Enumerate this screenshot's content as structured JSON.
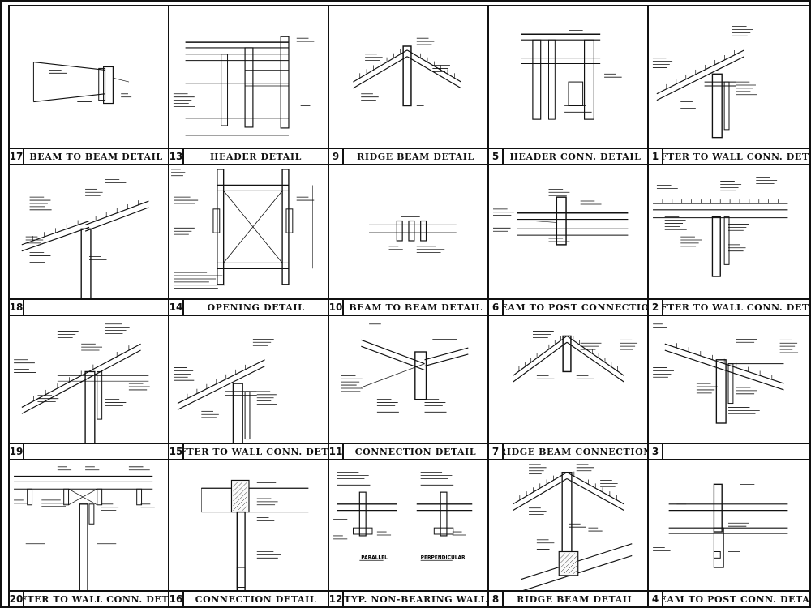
{
  "sheet": {
    "details": [
      {
        "number": "17",
        "title": "BEAM TO BEAM DETAIL",
        "kind": "beam-plan"
      },
      {
        "number": "13",
        "title": "HEADER DETAIL",
        "kind": "header-elev"
      },
      {
        "number": "9",
        "title": "RIDGE BEAM DETAIL",
        "kind": "ridge"
      },
      {
        "number": "5",
        "title": "HEADER CONN. DETAIL",
        "kind": "header-conn"
      },
      {
        "number": "1",
        "title": "RAFTER TO WALL CONN. DETAIL",
        "kind": "rafter-wall"
      },
      {
        "number": "18",
        "title": "",
        "kind": "rafter-peak"
      },
      {
        "number": "14",
        "title": "OPENING DETAIL",
        "kind": "opening"
      },
      {
        "number": "10",
        "title": "BEAM TO BEAM DETAIL",
        "kind": "beam-small"
      },
      {
        "number": "6",
        "title": "BEAM TO POST CONNECTION",
        "kind": "beam-post"
      },
      {
        "number": "2",
        "title": "RAFTER TO WALL CONN. DETAIL",
        "kind": "rafter-flat"
      },
      {
        "number": "19",
        "title": "",
        "kind": "rafter-wall-big"
      },
      {
        "number": "15",
        "title": "RAFTER TO WALL CONN. DETAIL",
        "kind": "rafter-wall"
      },
      {
        "number": "11",
        "title": "CONNECTION DETAIL",
        "kind": "connection-slope"
      },
      {
        "number": "7",
        "title": "RIDGE BEAM CONNECTION",
        "kind": "ridge-wide"
      },
      {
        "number": "3",
        "title": "",
        "kind": "rafter-wall-3"
      },
      {
        "number": "20",
        "title": "RAFTER TO WALL CONN. DETAIL",
        "kind": "wall-plan"
      },
      {
        "number": "16",
        "title": "CONNECTION DETAIL",
        "kind": "post-cap"
      },
      {
        "number": "12",
        "title": "TYP. NON-BEARING WALL",
        "kind": "non-bearing"
      },
      {
        "number": "8",
        "title": "RIDGE BEAM DETAIL",
        "kind": "ridge-post"
      },
      {
        "number": "4",
        "title": "BEAM TO POST CONN. DETAIL",
        "kind": "beam-post-4"
      }
    ]
  }
}
